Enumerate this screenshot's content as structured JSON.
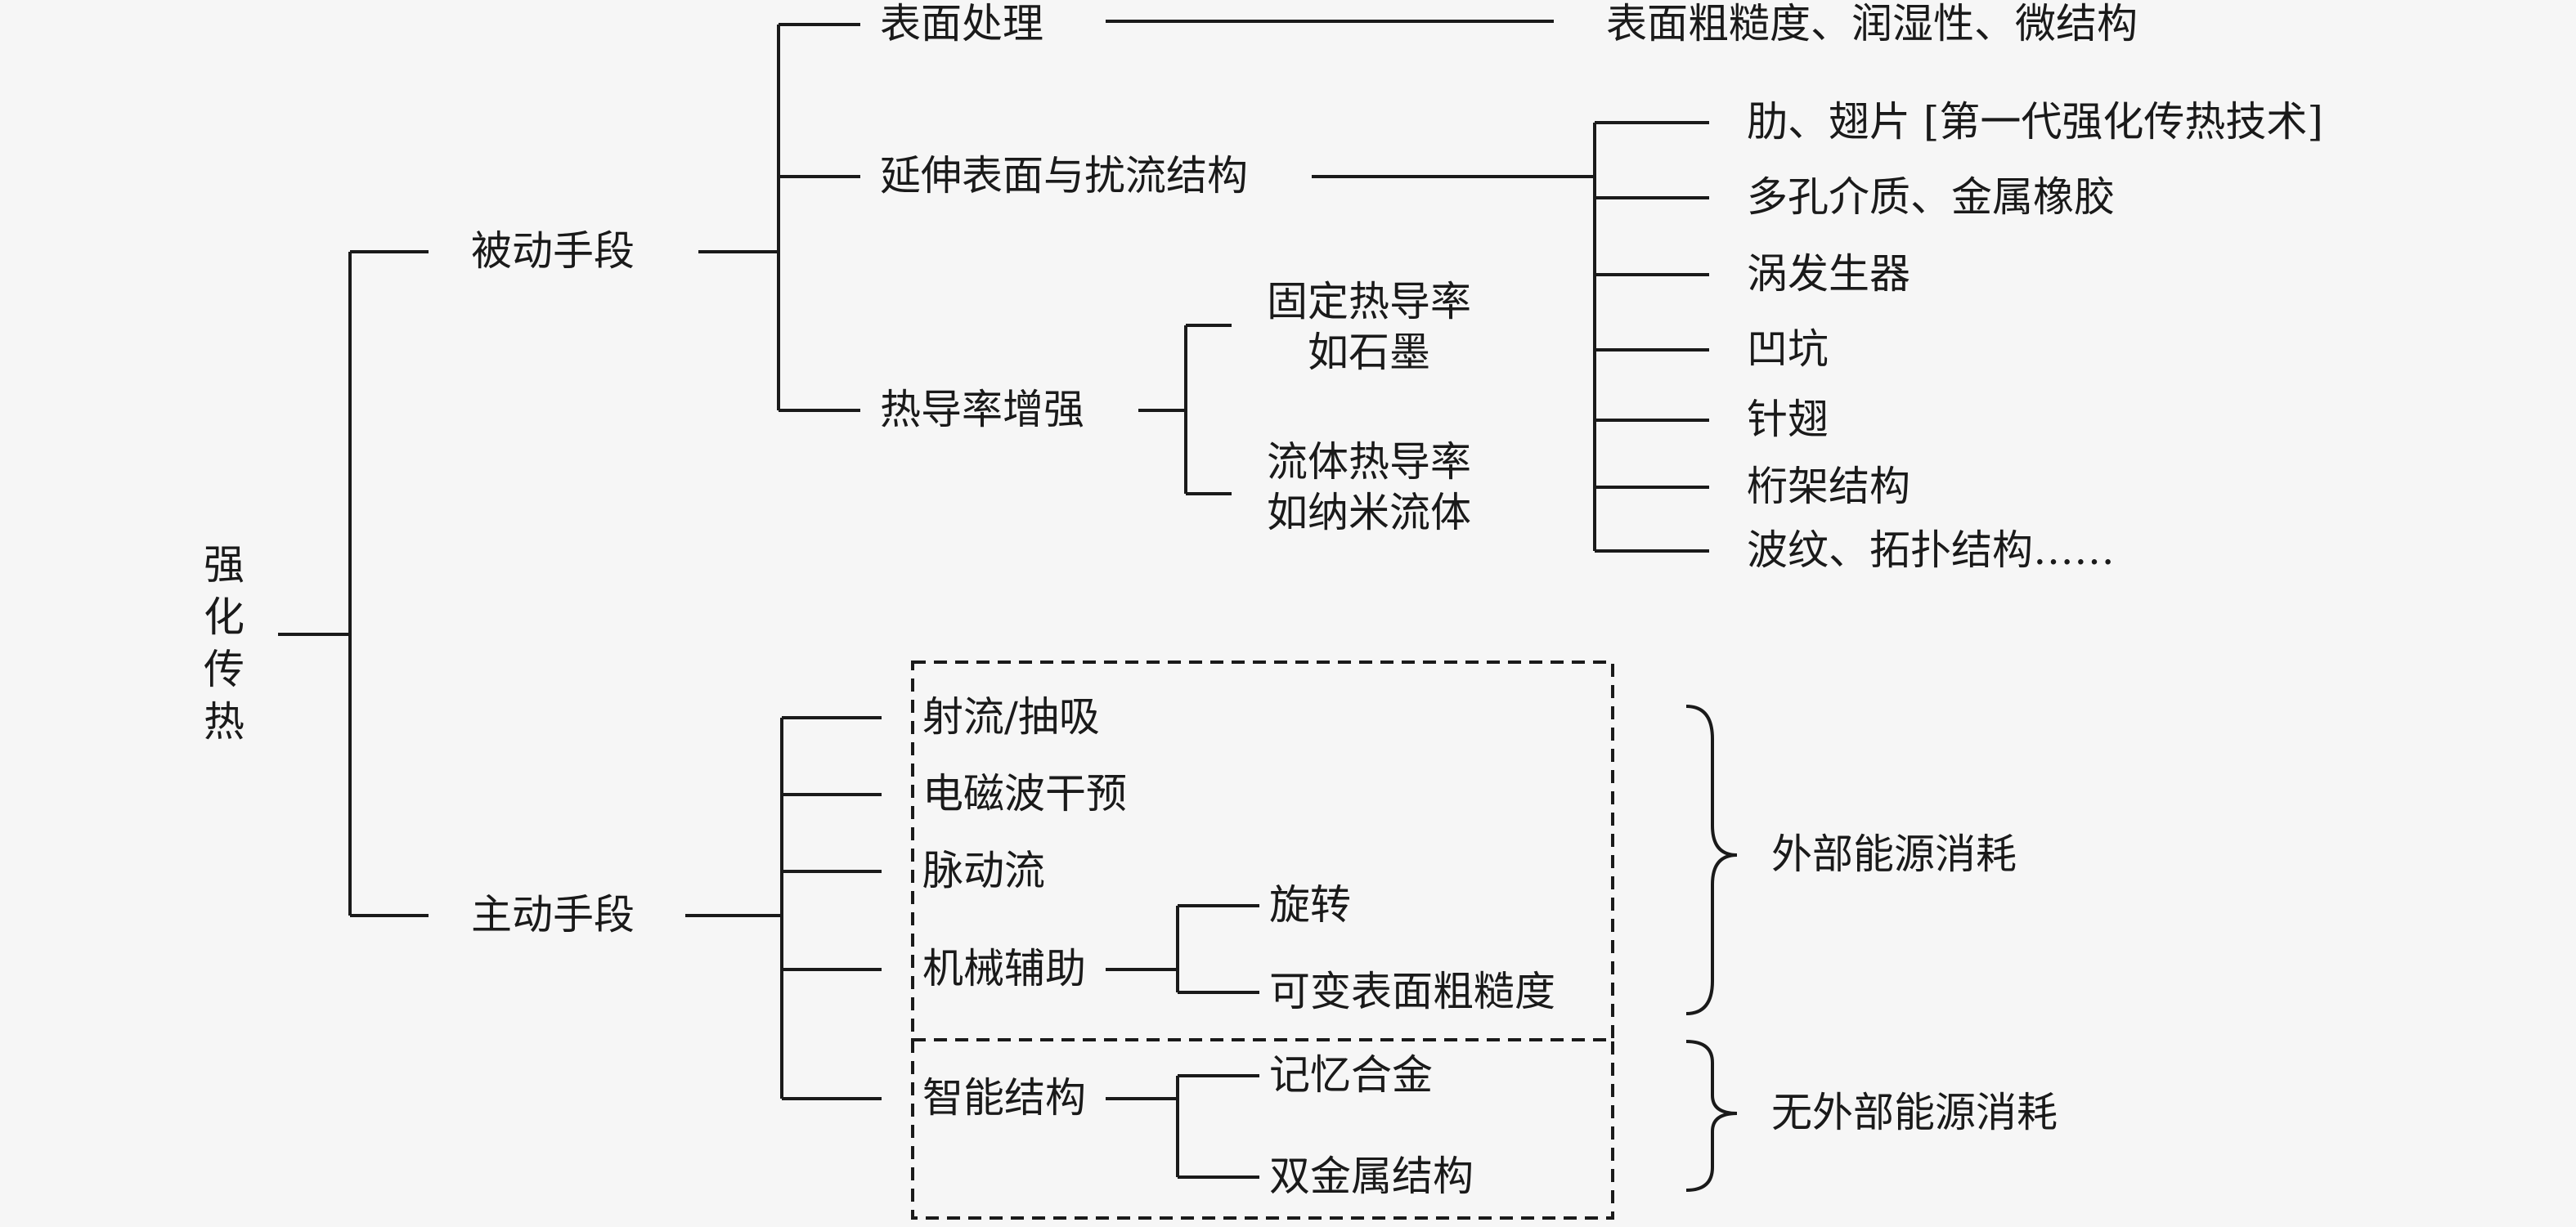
{
  "root": [
    "强",
    "化",
    "传",
    "热"
  ],
  "passive": {
    "label": "被动手段",
    "surface_treatment": {
      "label": "表面处理",
      "result": "表面粗糙度、润湿性、微结构"
    },
    "extended_surface": {
      "label": "延伸表面与扰流结构",
      "items": [
        "肋、翅片 [第一代强化传热技术]",
        "多孔介质、金属橡胶",
        "涡发生器",
        "凹坑",
        "针翅",
        "桁架结构",
        "波纹、拓扑结构……"
      ]
    },
    "conductivity": {
      "label": "热导率增强",
      "fixed": [
        "固定热导率",
        "如石墨"
      ],
      "fluid": [
        "流体热导率",
        "如纳米流体"
      ]
    }
  },
  "active": {
    "label": "主动手段",
    "jet": "射流/抽吸",
    "em": "电磁波干预",
    "pulse": "脉动流",
    "mechanical": {
      "label": "机械辅助",
      "rotation": "旋转",
      "variable_roughness": "可变表面粗糙度"
    },
    "smart": {
      "label": "智能结构",
      "memory_alloy": "记忆合金",
      "bimetal": "双金属结构"
    },
    "external_energy": "外部能源消耗",
    "no_external_energy": "无外部能源消耗"
  }
}
